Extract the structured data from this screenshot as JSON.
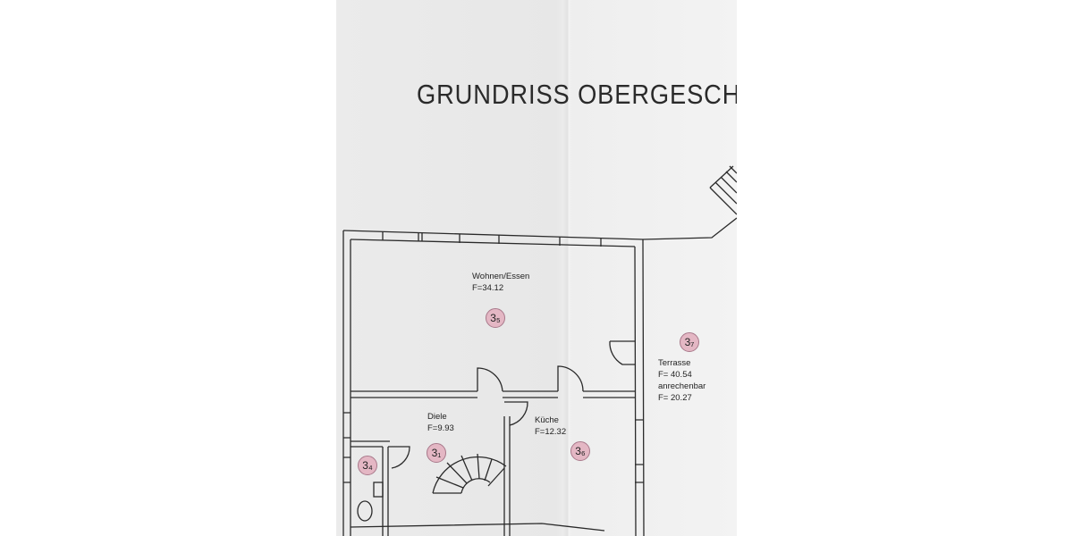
{
  "title": "GRUNDRISS OBERGESCHOS",
  "rooms": {
    "wohnen": {
      "name": "Wohnen/Essen",
      "area": "F=34.12",
      "marker": "3₅"
    },
    "terrasse": {
      "name": "Terrasse",
      "area": "F= 40.54",
      "note": "anrechenbar",
      "area2": "F= 20.27",
      "marker": "3₇"
    },
    "diele": {
      "name": "Diele",
      "area": "F=9.93",
      "marker": "3₁"
    },
    "kueche": {
      "name": "Küche",
      "area": "F=12.32",
      "marker": "3₆"
    },
    "wc": {
      "marker": "3₄"
    }
  },
  "colors": {
    "paper": "#e9e9e9",
    "ink": "#2a2a2a",
    "marker": "#e4b7c4"
  }
}
